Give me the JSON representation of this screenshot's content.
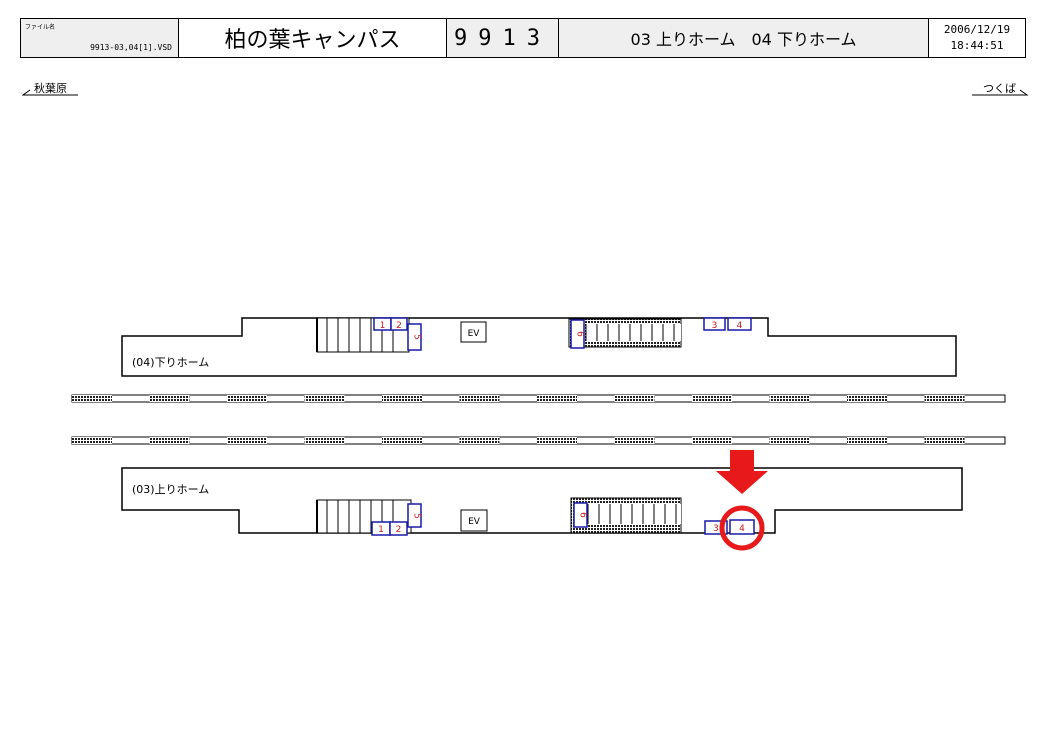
{
  "header": {
    "file_label": "ファイル名",
    "file_name": "9913-03,04[1].VSD",
    "station_name": "柏の葉キャンパス",
    "station_code": "9913",
    "platforms": "03 上りホーム　04 下りホーム",
    "date": "2006/12/19",
    "time": "18:44:51"
  },
  "directions": {
    "left": "秋葉原",
    "right": "つくば"
  },
  "platform_upper": {
    "label": "(04)下りホーム",
    "elevator": "EV",
    "positions": [
      "1",
      "2",
      "5",
      "6",
      "3",
      "4"
    ]
  },
  "platform_lower": {
    "label": "(03)上りホーム",
    "elevator": "EV",
    "positions": [
      "1",
      "2",
      "5",
      "6",
      "3",
      "4"
    ],
    "highlighted_position": "4"
  },
  "colors": {
    "marker": "#e8191b",
    "position_box": "#1a1aa8",
    "position_text": "#d01818"
  }
}
